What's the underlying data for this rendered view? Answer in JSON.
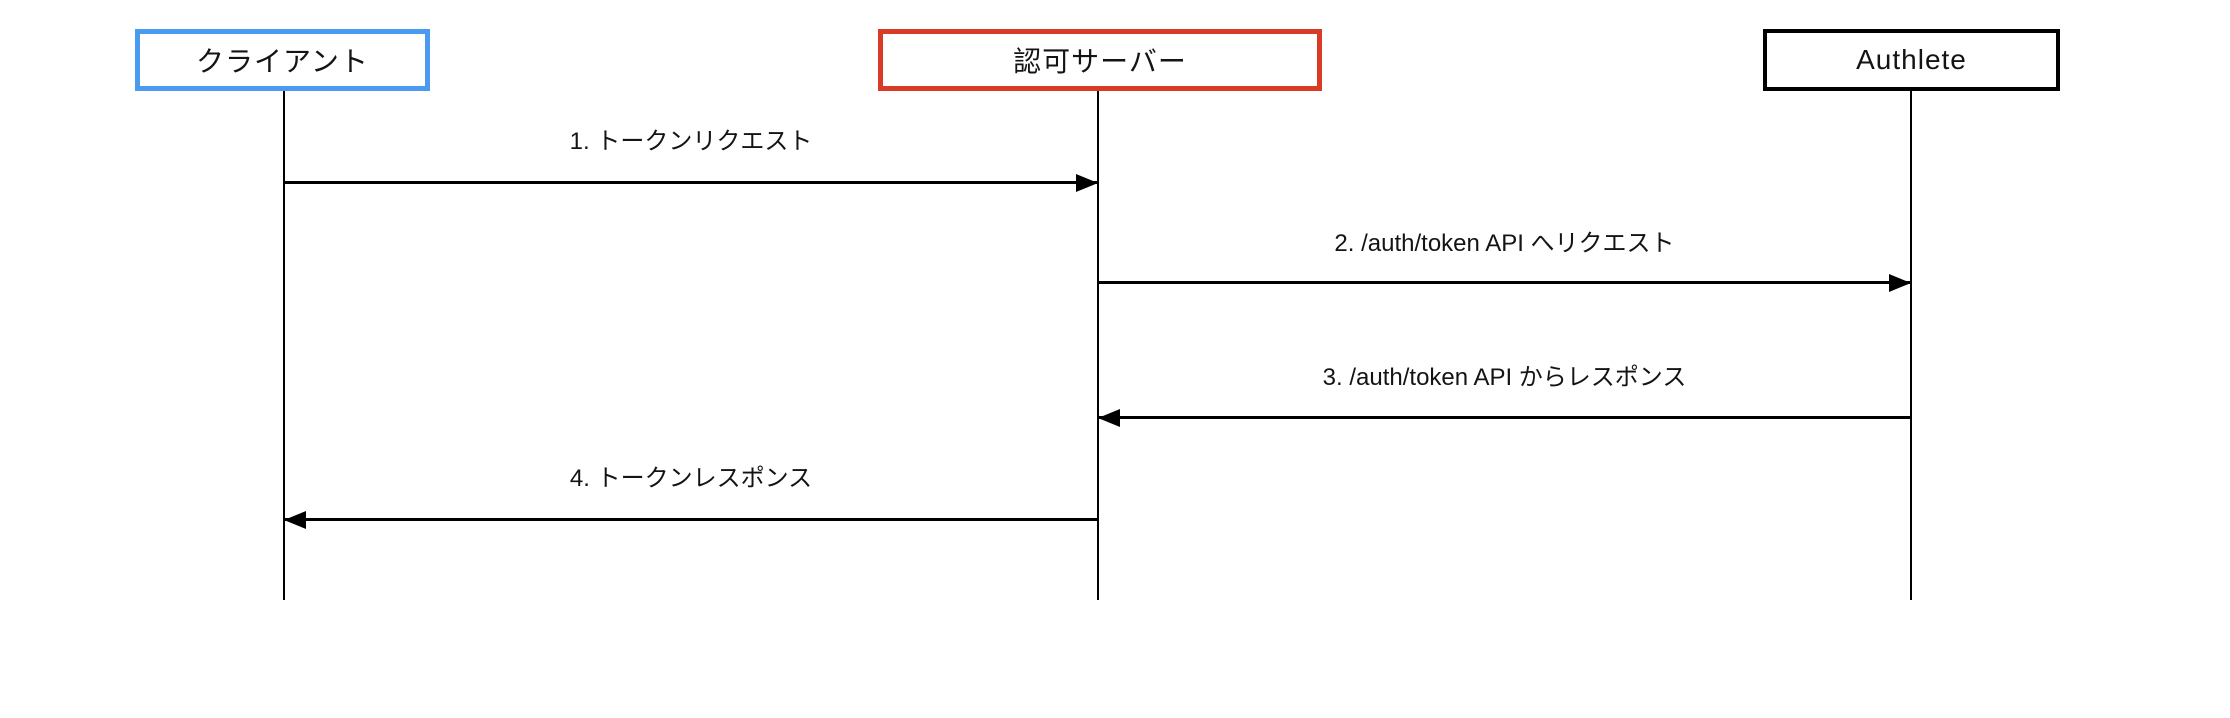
{
  "diagram": {
    "type": "sequence-diagram",
    "background_color": "#ffffff",
    "line_color": "#000000",
    "text_color": "#141414",
    "actors": [
      {
        "label": "クライアント",
        "border_color": "#4a9af0"
      },
      {
        "label": "認可サーバー",
        "border_color": "#d93b27"
      },
      {
        "label": "Authlete",
        "border_color": "#000000"
      }
    ],
    "messages": [
      {
        "label": "1. トークンリクエスト",
        "from": "クライアント",
        "to": "認可サーバー",
        "direction": "right"
      },
      {
        "label": "2. /auth/token API へリクエスト",
        "from": "認可サーバー",
        "to": "Authlete",
        "direction": "right"
      },
      {
        "label": "3. /auth/token API からレスポンス",
        "from": "Authlete",
        "to": "認可サーバー",
        "direction": "left"
      },
      {
        "label": "4. トークンレスポンス",
        "from": "認可サーバー",
        "to": "クライアント",
        "direction": "left"
      }
    ]
  }
}
